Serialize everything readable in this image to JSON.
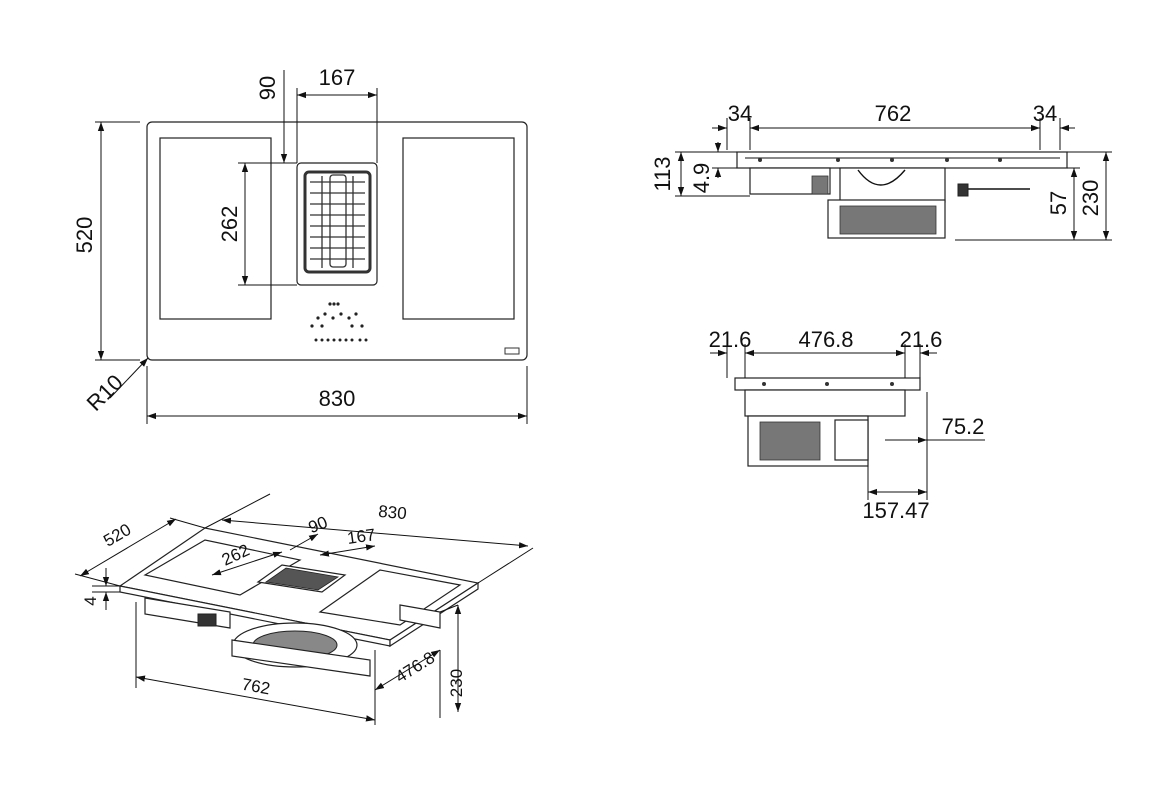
{
  "top_view": {
    "width": "830",
    "depth": "520",
    "vent_width": "167",
    "vent_offset": "90",
    "zone_depth": "262",
    "corner_radius": "R10"
  },
  "side_view": {
    "left_margin": "34",
    "cutout_width": "762",
    "right_margin": "34",
    "overall_height": "113",
    "glass_thickness": "4.9",
    "body_height": "57",
    "total_height": "230"
  },
  "end_view": {
    "left_margin": "21.6",
    "cutout_depth": "476.8",
    "right_margin": "21.6",
    "offset_small": "75.2",
    "offset_large": "157.47"
  },
  "iso_view": {
    "width": "830",
    "depth": "520",
    "vent_offset": "90",
    "vent_width": "167",
    "zone_depth": "262",
    "glass_thickness": "4",
    "cutout_width": "762",
    "cutout_depth": "476.8",
    "height": "230"
  }
}
